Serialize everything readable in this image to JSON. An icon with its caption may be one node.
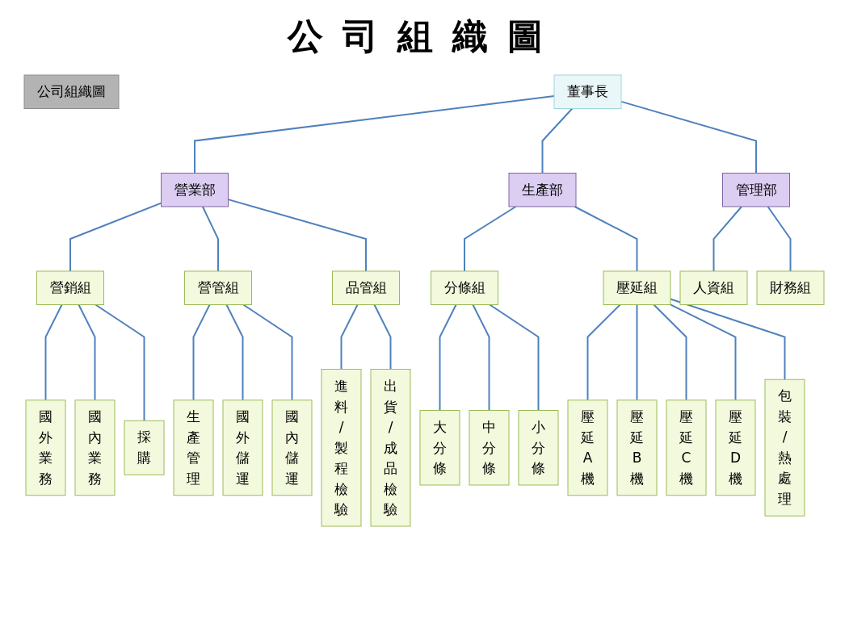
{
  "diagram": {
    "title": "公司組織圖",
    "nodes": [
      {
        "text": [
          "公司組織圖"
        ]
      },
      {
        "text": [
          "董事長"
        ]
      },
      {
        "text": [
          "營業部"
        ]
      },
      {
        "text": [
          "生產部"
        ]
      },
      {
        "text": [
          "管理部"
        ]
      },
      {
        "text": [
          "營銷組"
        ]
      },
      {
        "text": [
          "營管組"
        ]
      },
      {
        "text": [
          "品管組"
        ]
      },
      {
        "text": [
          "分條組"
        ]
      },
      {
        "text": [
          "壓延組"
        ]
      },
      {
        "text": [
          "人資組"
        ]
      },
      {
        "text": [
          "財務組"
        ]
      },
      {
        "text": [
          "國外業務"
        ]
      },
      {
        "text": [
          "國內業務"
        ]
      },
      {
        "text": [
          "採購"
        ]
      },
      {
        "text": [
          "生產管理"
        ]
      },
      {
        "text": [
          "國外儲運"
        ]
      },
      {
        "text": [
          "國內儲運"
        ]
      },
      {
        "text": [
          "進料/製程檢驗"
        ]
      },
      {
        "text": [
          "出貨/成品檢驗"
        ]
      },
      {
        "text": [
          "大分條"
        ]
      },
      {
        "text": [
          "中分條"
        ]
      },
      {
        "text": [
          "小分條"
        ]
      },
      {
        "text": [
          "壓延A機"
        ]
      },
      {
        "text": [
          "壓延B機"
        ]
      },
      {
        "text": [
          "壓延C機"
        ]
      },
      {
        "text": [
          "壓延D機"
        ]
      },
      {
        "text": [
          "包裝/熱處理"
        ]
      }
    ],
    "edges": [
      {
        "from": 1,
        "to": 2,
        "arrow": "none"
      },
      {
        "from": 1,
        "to": 3,
        "arrow": "none"
      },
      {
        "from": 1,
        "to": 4,
        "arrow": "none"
      },
      {
        "from": 2,
        "to": 5,
        "arrow": "none"
      },
      {
        "from": 2,
        "to": 6,
        "arrow": "none"
      },
      {
        "from": 2,
        "to": 7,
        "arrow": "none"
      },
      {
        "from": 3,
        "to": 8,
        "arrow": "none"
      },
      {
        "from": 3,
        "to": 9,
        "arrow": "none"
      },
      {
        "from": 4,
        "to": 10,
        "arrow": "none"
      },
      {
        "from": 4,
        "to": 11,
        "arrow": "none"
      },
      {
        "from": 5,
        "to": 12,
        "arrow": "none"
      },
      {
        "from": 5,
        "to": 13,
        "arrow": "none"
      },
      {
        "from": 5,
        "to": 14,
        "arrow": "none"
      },
      {
        "from": 6,
        "to": 15,
        "arrow": "none"
      },
      {
        "from": 6,
        "to": 16,
        "arrow": "none"
      },
      {
        "from": 6,
        "to": 17,
        "arrow": "none"
      },
      {
        "from": 7,
        "to": 18,
        "arrow": "none"
      },
      {
        "from": 7,
        "to": 19,
        "arrow": "none"
      },
      {
        "from": 8,
        "to": 20,
        "arrow": "none"
      },
      {
        "from": 8,
        "to": 21,
        "arrow": "none"
      },
      {
        "from": 8,
        "to": 22,
        "arrow": "none"
      },
      {
        "from": 9,
        "to": 23,
        "arrow": "none"
      },
      {
        "from": 9,
        "to": 24,
        "arrow": "none"
      },
      {
        "from": 9,
        "to": 25,
        "arrow": "none"
      },
      {
        "from": 9,
        "to": 26,
        "arrow": "none"
      },
      {
        "from": 9,
        "to": 27,
        "arrow": "none"
      }
    ]
  }
}
